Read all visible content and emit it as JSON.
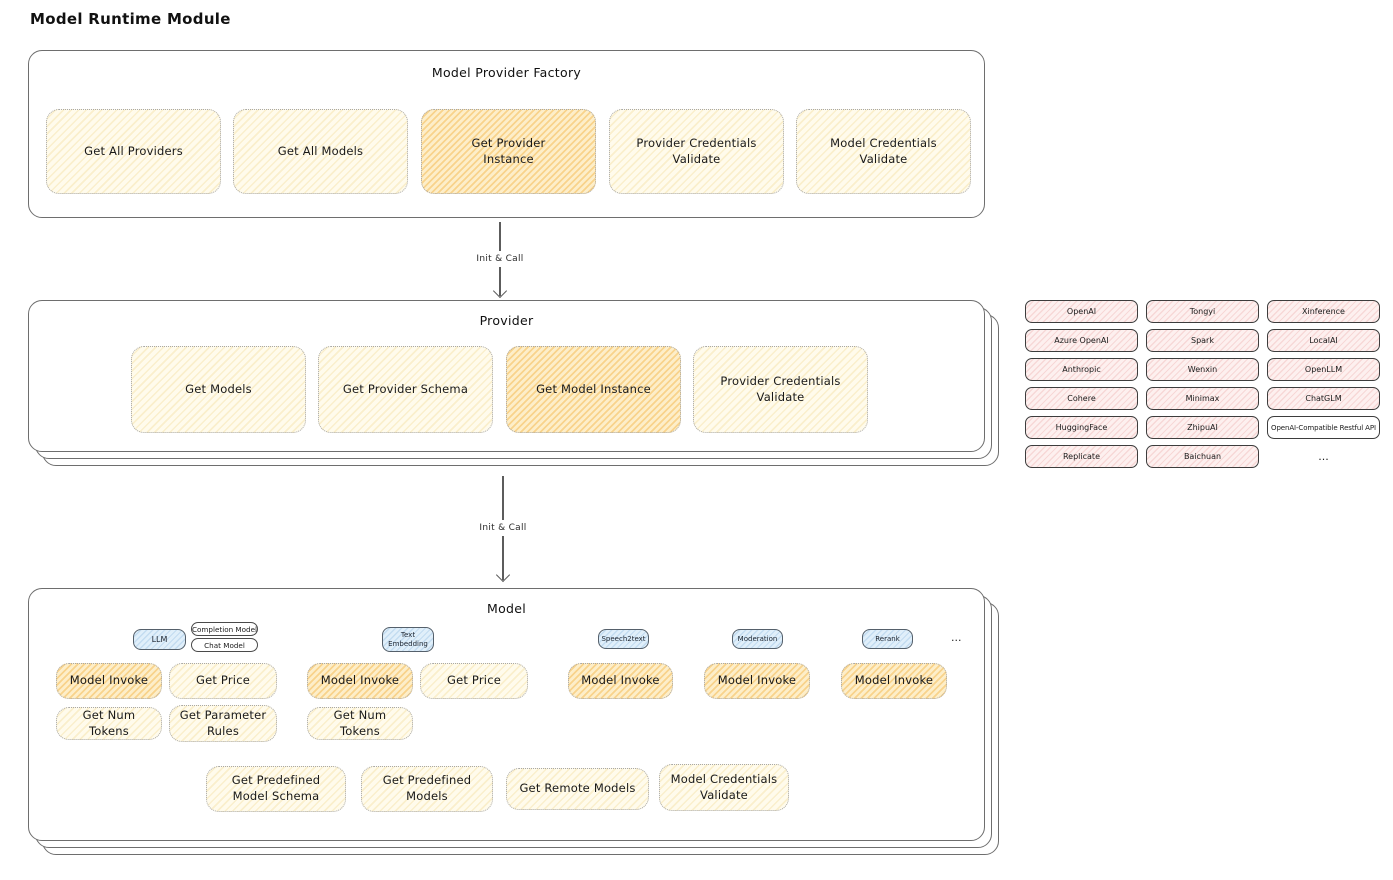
{
  "page": {
    "title": "Model Runtime Module"
  },
  "arrows": {
    "init_call_1": "Init & Call",
    "init_call_2": "Init & Call"
  },
  "factory": {
    "title": "Model Provider Factory",
    "boxes": [
      {
        "label": "Get All Providers",
        "highlight": false
      },
      {
        "label": "Get All Models",
        "highlight": false
      },
      {
        "label": "Get Provider Instance",
        "highlight": true
      },
      {
        "label": "Provider Credentials Validate",
        "highlight": false
      },
      {
        "label": "Model Credentials Validate",
        "highlight": false
      }
    ]
  },
  "provider": {
    "title": "Provider",
    "boxes": [
      {
        "label": "Get Models",
        "highlight": false
      },
      {
        "label": "Get Provider Schema",
        "highlight": false
      },
      {
        "label": "Get Model Instance",
        "highlight": true
      },
      {
        "label": "Provider Credentials Validate",
        "highlight": false
      }
    ]
  },
  "providers_grid": {
    "col1": [
      "OpenAI",
      "Azure OpenAI",
      "Anthropic",
      "Cohere",
      "HuggingFace",
      "Replicate"
    ],
    "col2": [
      "Tongyi",
      "Spark",
      "Wenxin",
      "Minimax",
      "ZhipuAI",
      "Baichuan"
    ],
    "col3": [
      "Xinference",
      "LocalAI",
      "OpenLLM",
      "ChatGLM",
      "OpenAI-Compatible Restful API",
      "..."
    ]
  },
  "model": {
    "title": "Model",
    "tags": {
      "llm": "LLM",
      "completion_model": "Completion Model",
      "chat_model": "Chat Model",
      "text_embedding": "Text Embedding",
      "speech2text": "Speech2text",
      "moderation": "Moderation",
      "rerank": "Rerank",
      "more": "..."
    },
    "actions": {
      "model_invoke": "Model Invoke",
      "get_price": "Get Price",
      "get_num_tokens": "Get Num Tokens",
      "get_parameter_rules": "Get Parameter Rules"
    },
    "bottom": [
      {
        "label": "Get Predefined Model Schema"
      },
      {
        "label": "Get Predefined Models"
      },
      {
        "label": "Get Remote Models"
      },
      {
        "label": "Model Credentials Validate"
      }
    ]
  },
  "colors": {
    "yellow_fill": "#fffbec",
    "yellow_hatch": "#e9c35a",
    "orange_fill": "#fdeec9",
    "orange_hatch": "#f0a826",
    "blue_tag_fill": "#e0effa",
    "pink_fill": "#fdf0ef",
    "panel_border": "#6e6e6e"
  }
}
